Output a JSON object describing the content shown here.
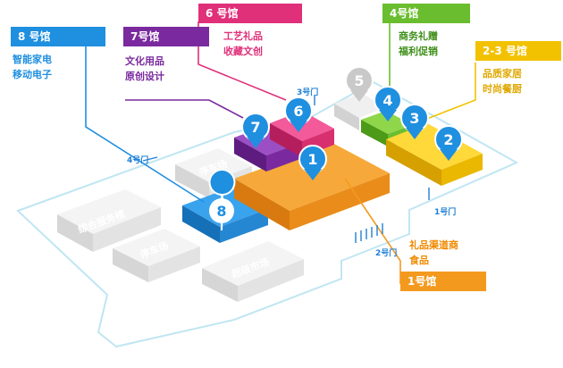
{
  "halls": {
    "h8": {
      "tag": "8 号馆",
      "line1": "智能家电",
      "line2": "移动电子",
      "color": "#1f8fe0",
      "num": "8"
    },
    "h7": {
      "tag": "7号馆",
      "line1": "文化用品",
      "line2": "原创设计",
      "color": "#7a2a9e",
      "num": "7"
    },
    "h6": {
      "tag": "6 号馆",
      "line1": "工艺礼品",
      "line2": "收藏文创",
      "color": "#e0307a",
      "num": "6"
    },
    "h4": {
      "tag": "4号馆",
      "line1": "商务礼赠",
      "line2": "福利促销",
      "color": "#6abd2e",
      "num": "4"
    },
    "h23": {
      "tag": "2-3 号馆",
      "line1": "品质家居",
      "line2": "时尚餐厨",
      "color": "#f2c200",
      "num3": "3",
      "num2": "2"
    },
    "h1": {
      "tag": "1号馆",
      "line1": "礼品渠道商",
      "line2": "食品",
      "color": "#f39a1e",
      "num": "1"
    },
    "h5": {
      "num": "5"
    }
  },
  "gates": {
    "g1": "1号门",
    "g2": "2号门",
    "g3": "3号门",
    "g4": "4号门"
  },
  "buildings": {
    "parking1": "停车场",
    "parking2": "停车场",
    "complex": "综合服务楼",
    "market": "超级市场"
  }
}
